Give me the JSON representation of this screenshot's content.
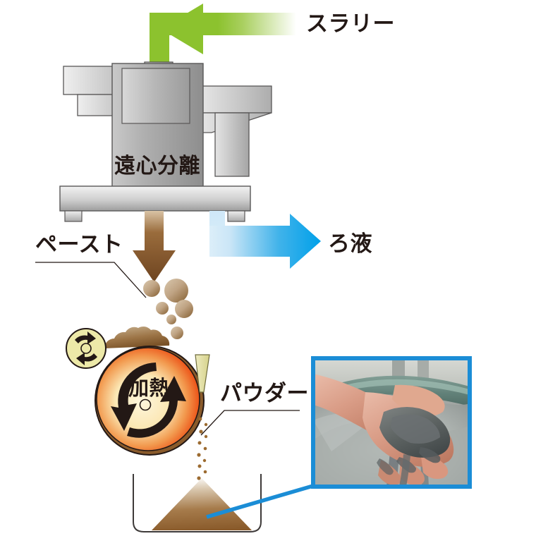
{
  "diagram": {
    "title": "Centrifugal separation and drying process flow",
    "labels": {
      "slurry": "スラリー",
      "filtrate": "ろ液",
      "paste": "ペースト",
      "powder": "パウダー",
      "centrifuge": "遠心分離",
      "heating": "加熱"
    },
    "colors": {
      "slurry_arrow": "#8CC22E",
      "filtrate_arrow": "#1BA7E8",
      "paste_arrow": "#8A5B2B",
      "machine_light": "#EDEDED",
      "machine_mid": "#C9C9C9",
      "machine_dark": "#8D8D8D",
      "machine_stroke": "#595757",
      "drum_center": "#FDF3D4",
      "drum_edge": "#E8380D",
      "drum_ring": "#8A5B2B",
      "roller_fill": "#EDE9A8",
      "blade_fill": "#E3E0A4",
      "photo_border": "#1B8DD6",
      "text": "#231815",
      "powder_pile": "#8A5B2B"
    },
    "photo": {
      "caption_alt": "hand holding grey powder over a tub of powder",
      "border_color": "#1B8DD6"
    },
    "flow_steps": [
      "スラリー",
      "遠心分離",
      "ろ液",
      "ペースト",
      "加熱",
      "パウダー"
    ]
  }
}
